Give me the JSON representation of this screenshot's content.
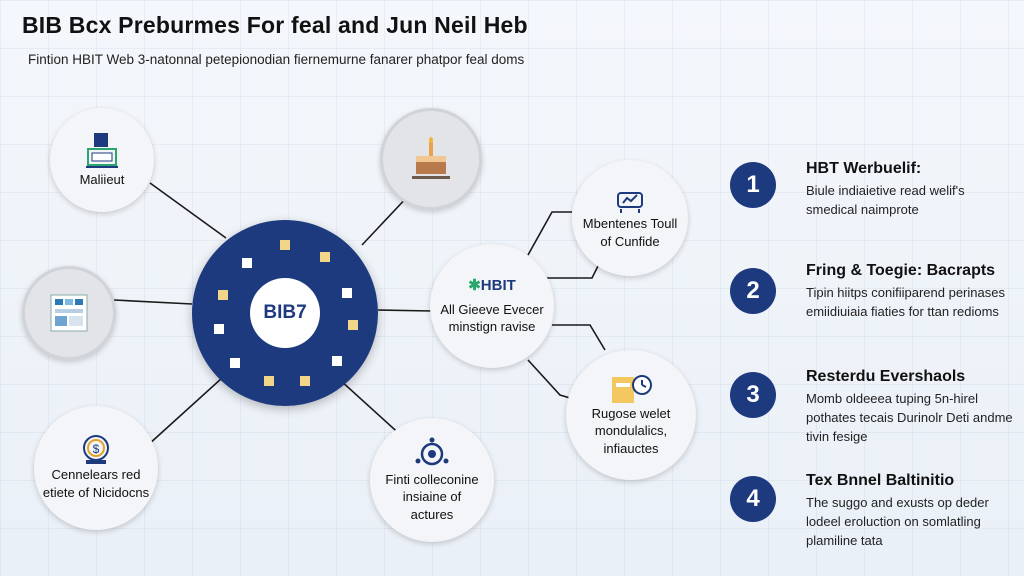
{
  "header": {
    "title": "BIB Bcx Preburmes For feal and Jun Neil Heb",
    "subtitle": "Fintion HBIT Web 3-natonnal petepionodian fiernemurne fanarer phatpor feal doms"
  },
  "center": {
    "label": "BIB7"
  },
  "nodes": [
    {
      "id": "maliieut",
      "label": "Maliieut",
      "icon": "document-chart-icon"
    },
    {
      "id": "dashboard",
      "label": "",
      "icon": "dashboard-grid-icon"
    },
    {
      "id": "candle",
      "label": "",
      "icon": "candle-cake-icon"
    },
    {
      "id": "connelars",
      "label": "Cennelears red etiete of Nicidocns",
      "icon": "money-hand-icon"
    },
    {
      "id": "fini",
      "label": "Finti colleconine insiaine of actures",
      "icon": "network-icon"
    },
    {
      "id": "hbit",
      "logo": "HBIT",
      "label": "All Gieeve Evecer minstign ravise",
      "icon": "palm-logo-icon"
    },
    {
      "id": "mbentenes",
      "label": "Mbentenes Toull of Cunfide",
      "icon": "sofa-chart-icon"
    },
    {
      "id": "rugose",
      "label": "Rugose welet mondulalics, infiauctes",
      "icon": "wallet-clock-icon"
    }
  ],
  "steps": [
    {
      "num": "1",
      "title": "HBT Werbuelif:",
      "desc": "Biule indiaietive read welif's smedical naimprote"
    },
    {
      "num": "2",
      "title": "Fring & Toegie: Bacrapts",
      "desc": "Tipin hiitps conifiiparend perinases emiidiuiaia fiaties for ttan redioms"
    },
    {
      "num": "3",
      "title": "Resterdu Evershaols",
      "desc": "Momb oldeeea tuping 5n-hirel pothates tecais Durinolr Deti andme tivin fesige"
    },
    {
      "num": "4",
      "title": "Tex Bnnel Baltinitio",
      "desc": "The suggo and exusts op deder lodeel eroluction on somlatling plamiline tata"
    }
  ],
  "colors": {
    "primary": "#1c3a7d",
    "accent": "#2aa76c",
    "node": "#f3f5f8"
  }
}
